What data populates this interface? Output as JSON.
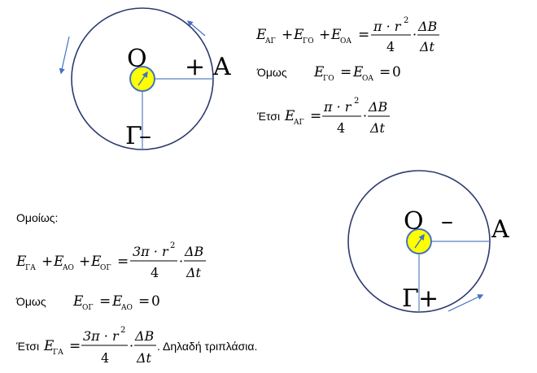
{
  "diagram1": {
    "label_O": "O",
    "label_plus": "+",
    "label_A": "A",
    "label_Gamma": "Γ",
    "label_minus": "–"
  },
  "eq1": {
    "E": "E",
    "sub_AG": "ΑΓ",
    "sub_GO": "ΓΟ",
    "sub_OA": "ΟΑ",
    "plus": "+",
    "equals": "=",
    "num": "π · r",
    "exp": "2",
    "den": "4",
    "dot": "·",
    "dB": "ΔB",
    "dt": "Δt"
  },
  "eq2": {
    "lead": "Όμως",
    "E": "E",
    "sub_GO": "ΓΟ",
    "sub_OA": "ΟΑ",
    "equals": "=",
    "zero": "0"
  },
  "eq3": {
    "lead": "Έτσι",
    "E": "E",
    "sub_AG": "ΑΓ",
    "equals": "=",
    "num": "π · r",
    "exp": "2",
    "den": "4",
    "dot": "·",
    "dB": "ΔB",
    "dt": "Δt"
  },
  "similarly": "Ομοίως:",
  "eq4": {
    "E": "E",
    "sub_GA": "ΓΑ",
    "sub_AO": "ΑΟ",
    "sub_OG": "ΟΓ",
    "plus": "+",
    "equals": "=",
    "num": "3π · r",
    "exp": "2",
    "den": "4",
    "dot": "·",
    "dB": "ΔB",
    "dt": "Δt"
  },
  "eq5": {
    "lead": "Όμως",
    "E": "E",
    "sub_OG": "ΟΓ",
    "sub_AO": "ΑΟ",
    "equals": "=",
    "zero": "0"
  },
  "eq6": {
    "lead": "Έτσι",
    "E": "E",
    "sub_GA": "ΓΑ",
    "equals": "=",
    "num": "3π · r",
    "exp": "2",
    "den": "4",
    "dot": "·",
    "dB": "ΔB",
    "dt": "Δt",
    "tail": ". Δηλαδή τριπλάσια."
  },
  "diagram2": {
    "label_O": "O",
    "label_minus": "–",
    "label_A": "A",
    "label_Gamma": "Γ",
    "label_plus": "+"
  },
  "colors": {
    "circle": "#2d3a70",
    "radius_line": "#5b7fc0",
    "arrow": "#4472c4",
    "disk_fill": "#ffff00",
    "disk_stroke": "#4472c4",
    "text": "#000000"
  }
}
